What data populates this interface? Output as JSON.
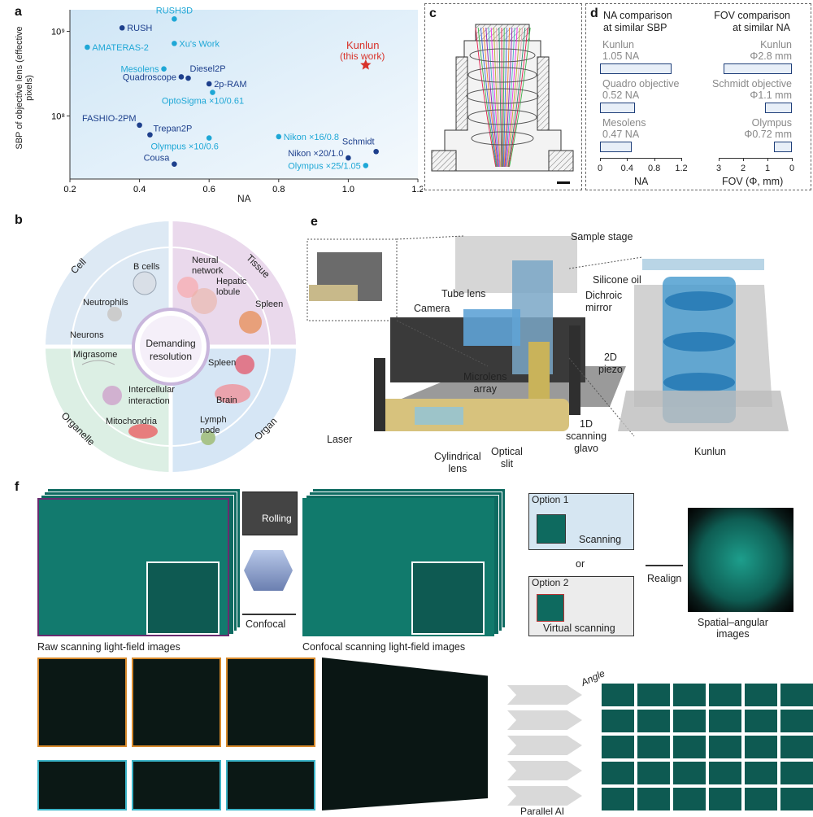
{
  "panel_a": {
    "letter": "a",
    "ylabel": "SBP of objective lens (effective pixels)",
    "xlabel": "NA",
    "xticks": [
      "0.2",
      "0.4",
      "0.6",
      "0.8",
      "1.0",
      "1.2"
    ],
    "yticks": [
      "10⁹",
      "10⁸"
    ],
    "kunlun_label": "Kunlun",
    "kunlun_sub": "(this work)",
    "chart_data": {
      "type": "scatter",
      "xlabel": "NA",
      "ylabel": "SBP of objective lens (effective pixels)",
      "xlim": [
        0.2,
        1.2
      ],
      "yscale": "log",
      "points": [
        {
          "label": "RUSH",
          "x": 0.35,
          "y": 1100000000.0,
          "color": "#1d3f8c"
        },
        {
          "label": "RUSH3D",
          "x": 0.5,
          "y": 1400000000.0,
          "color": "#1ea7d6"
        },
        {
          "label": "AMATERAS-2",
          "x": 0.25,
          "y": 650000000.0,
          "color": "#1ea7d6"
        },
        {
          "label": "Xu's Work",
          "x": 0.5,
          "y": 720000000.0,
          "color": "#1ea7d6"
        },
        {
          "label": "Mesolens",
          "x": 0.47,
          "y": 360000000.0,
          "color": "#1ea7d6"
        },
        {
          "label": "Diesel2P",
          "x": 0.54,
          "y": 280000000.0,
          "color": "#1d3f8c"
        },
        {
          "label": "Quadroscope",
          "x": 0.52,
          "y": 290000000.0,
          "color": "#1d3f8c"
        },
        {
          "label": "2p-RAM",
          "x": 0.6,
          "y": 240000000.0,
          "color": "#1d3f8c"
        },
        {
          "label": "OptoSigma ×10/0.61",
          "x": 0.61,
          "y": 190000000.0,
          "color": "#1ea7d6"
        },
        {
          "label": "FASHIO-2PM",
          "x": 0.4,
          "y": 78000000.0,
          "color": "#1d3f8c"
        },
        {
          "label": "Trepan2P",
          "x": 0.43,
          "y": 60000000.0,
          "color": "#1d3f8c"
        },
        {
          "label": "Nikon ×16/0.8",
          "x": 0.8,
          "y": 57000000.0,
          "color": "#1ea7d6"
        },
        {
          "label": "Olympus ×10/0.6",
          "x": 0.6,
          "y": 55000000.0,
          "color": "#1ea7d6"
        },
        {
          "label": "Schmidt",
          "x": 1.08,
          "y": 38000000.0,
          "color": "#1d3f8c"
        },
        {
          "label": "Nikon ×20/1.0",
          "x": 1.0,
          "y": 32000000.0,
          "color": "#1d3f8c"
        },
        {
          "label": "Cousa",
          "x": 0.5,
          "y": 27000000.0,
          "color": "#1d3f8c"
        },
        {
          "label": "Olympus ×25/1.05",
          "x": 1.05,
          "y": 26000000.0,
          "color": "#1ea7d6"
        },
        {
          "label": "Kunlun (this work)",
          "x": 1.05,
          "y": 400000000.0,
          "color": "#d8322a"
        }
      ]
    }
  },
  "panel_b": {
    "letter": "b",
    "center": [
      "Demanding",
      "resolution"
    ],
    "quadrants": {
      "cell": "Cell",
      "tissue": "Tissue",
      "organelle": "Organelle",
      "organ": "Organ"
    },
    "items": {
      "bcells": "B cells",
      "neutrophils": "Neutrophils",
      "neurons": "Neurons",
      "neural": "Neural",
      "network": "network",
      "hepatic": "Hepatic",
      "lobule": "lobule",
      "spleen_t": "Spleen",
      "migrasome": "Migrasome",
      "intercellular": "Intercellular",
      "interaction": "interaction",
      "mitochondria": "Mitochondria",
      "spleen_o": "Spleen",
      "brain": "Brain",
      "lymph": "Lymph",
      "node": "node"
    }
  },
  "panel_c": {
    "letter": "c"
  },
  "panel_d": {
    "letter": "d",
    "left_title": [
      "NA comparison",
      "at similar SBP"
    ],
    "right_title": [
      "FOV comparison",
      "at similar NA"
    ],
    "na_labels": [
      [
        "Kunlun",
        "1.05 NA"
      ],
      [
        "Quadro objective",
        "0.52 NA"
      ],
      [
        "Mesolens",
        "0.47 NA"
      ]
    ],
    "fov_labels": [
      [
        "Kunlun",
        "Φ2.8 mm"
      ],
      [
        "Schmidt objective",
        "Φ1.1 mm"
      ],
      [
        "Olympus",
        "Φ0.72 mm"
      ]
    ],
    "na_ticks": [
      "0",
      "0.4",
      "0.8",
      "1.2"
    ],
    "fov_ticks": [
      "3",
      "2",
      "1",
      "0"
    ],
    "na_xlabel": "NA",
    "fov_xlabel": "FOV (Φ, mm)",
    "chart_data": [
      {
        "type": "bar",
        "orientation": "horizontal",
        "categories": [
          "Kunlun",
          "Quadro objective",
          "Mesolens"
        ],
        "values": [
          1.05,
          0.52,
          0.47
        ],
        "xlabel": "NA",
        "xlim": [
          0,
          1.2
        ]
      },
      {
        "type": "bar",
        "orientation": "horizontal",
        "categories": [
          "Kunlun",
          "Schmidt objective",
          "Olympus"
        ],
        "values": [
          2.8,
          1.1,
          0.72
        ],
        "xlabel": "FOV (Φ, mm)",
        "xlim": [
          3,
          0
        ]
      }
    ]
  },
  "panel_e": {
    "letter": "e",
    "labels": {
      "stage": "Sample stage",
      "silicone": "Silicone oil",
      "tube": "Tube lens",
      "dichroic1": "Dichroic",
      "dichroic2": "mirror",
      "camera": "Camera",
      "piezo1": "2D",
      "piezo2": "piezo",
      "micro1": "Microlens",
      "micro2": "array",
      "laser": "Laser",
      "cyl1": "Cylindrical",
      "cyl2": "lens",
      "slit1": "Optical",
      "slit2": "slit",
      "scan1": "1D",
      "scan2": "scanning",
      "scan3": "glavo",
      "kunlun": "Kunlun"
    }
  },
  "panel_f": {
    "letter": "f",
    "rolling": "Rolling",
    "confocal": "Confocal",
    "raw_caption": "Raw scanning light-field images",
    "conf_caption": "Confocal scanning light-field images",
    "option1": "Option 1",
    "scanning": "Scanning",
    "or": "or",
    "option2": "Option 2",
    "virtual": "Virtual scanning",
    "realign": "Realign",
    "spatial": [
      "Spatial–angular",
      "images"
    ],
    "angle": "Angle",
    "parallel": "Parallel AI"
  },
  "colors": {
    "dark_blue": "#1d3f8c",
    "light_blue": "#1ea7d6",
    "red": "#d8322a",
    "teal": "#1f8f84"
  }
}
